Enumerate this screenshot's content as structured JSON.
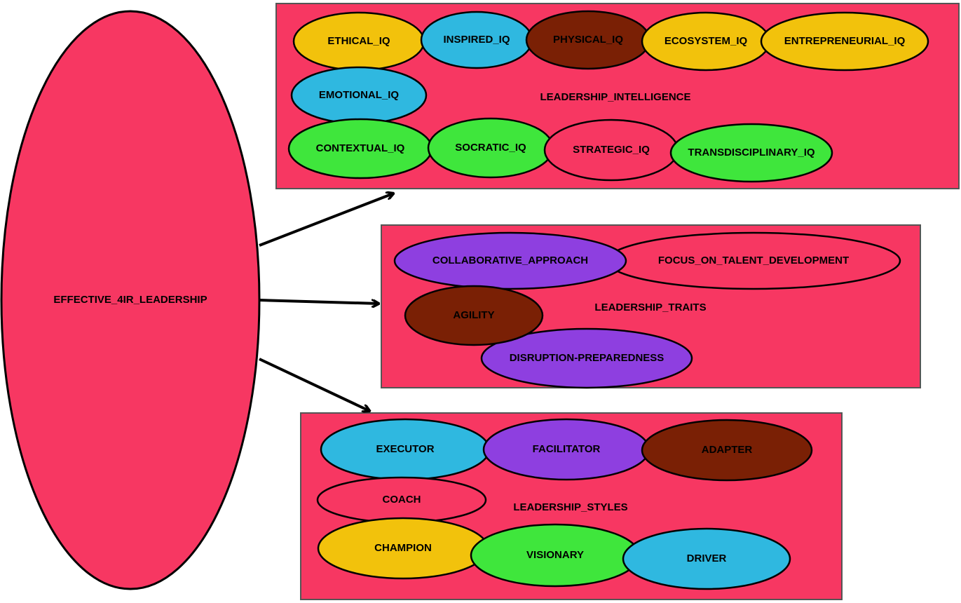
{
  "colors": {
    "panel": "#f73762",
    "yellow": "#f2c20c",
    "blue": "#2fb8e0",
    "brown": "#7a2005",
    "green": "#3fe63c",
    "purple": "#8e3fe0",
    "pink": "#f73762",
    "stroke": "#000000"
  },
  "main": {
    "label": "EFFECTIVE_4IR_LEADERSHIP"
  },
  "groups": {
    "intelligence": {
      "label": "LEADERSHIP_INTELLIGENCE",
      "nodes": [
        {
          "label": "ETHICAL_IQ",
          "color": "yellow"
        },
        {
          "label": "INSPIRED_IQ",
          "color": "blue"
        },
        {
          "label": "PHYSICAL_IQ",
          "color": "brown"
        },
        {
          "label": "ECOSYSTEM_IQ",
          "color": "yellow"
        },
        {
          "label": "ENTREPRENEURIAL_IQ",
          "color": "yellow"
        },
        {
          "label": "EMOTIONAL_IQ",
          "color": "blue"
        },
        {
          "label": "CONTEXTUAL_IQ",
          "color": "green"
        },
        {
          "label": "SOCRATIC_IQ",
          "color": "green"
        },
        {
          "label": "STRATEGIC_IQ",
          "color": "pink"
        },
        {
          "label": "TRANSDISCIPLINARY_IQ",
          "color": "green"
        }
      ]
    },
    "traits": {
      "label": "LEADERSHIP_TRAITS",
      "nodes": [
        {
          "label": "COLLABORATIVE_APPROACH",
          "color": "purple"
        },
        {
          "label": "FOCUS_ON_TALENT_DEVELOPMENT",
          "color": "pink"
        },
        {
          "label": "AGILITY",
          "color": "brown"
        },
        {
          "label": "DISRUPTION-PREPAREDNESS",
          "color": "purple"
        }
      ]
    },
    "styles": {
      "label": "LEADERSHIP_STYLES",
      "nodes": [
        {
          "label": "EXECUTOR",
          "color": "blue"
        },
        {
          "label": "FACILITATOR",
          "color": "purple"
        },
        {
          "label": "ADAPTER",
          "color": "brown"
        },
        {
          "label": "COACH",
          "color": "pink"
        },
        {
          "label": "CHAMPION",
          "color": "yellow"
        },
        {
          "label": "VISIONARY",
          "color": "green"
        },
        {
          "label": "DRIVER",
          "color": "blue"
        }
      ]
    }
  }
}
